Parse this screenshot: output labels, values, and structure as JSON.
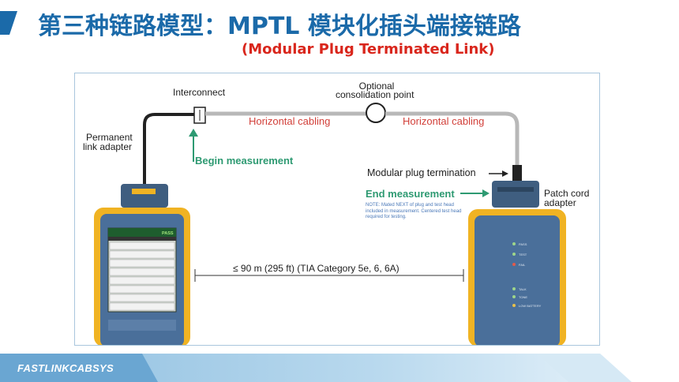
{
  "header": {
    "title": "第三种链路模型：MPTL 模块化插头端接链路",
    "subtitle": "(Modular Plug Terminated Link)"
  },
  "diagram": {
    "labels": {
      "interconnect": "Interconnect",
      "optional_line1": "Optional",
      "optional_line2": "consolidation point",
      "permanent_line1": "Permanent",
      "permanent_line2": "link adapter",
      "horizontal_left": "Horizontal cabling",
      "horizontal_right": "Horizontal cabling",
      "begin_measurement": "Begin measurement",
      "modular_plug": "Modular plug termination",
      "end_measurement": "End measurement",
      "patch_line1": "Patch cord",
      "patch_line2": "adapter",
      "note": "NOTE: Mated NEXT of plug and test head included in measurement. Centered test head required for testing.",
      "distance": "≤ 90 m (295 ft) (TIA Category 5e, 6, 6A)"
    },
    "main_unit": {
      "status": "PASS",
      "rows": 8
    },
    "remote_unit": {
      "leds": [
        "PASS",
        "TEST",
        "FAIL",
        "TALK",
        "TONE",
        "LOW BATTERY"
      ]
    },
    "colors": {
      "title_blue": "#1b6aa9",
      "subtitle_red": "#d9261c",
      "cabling_red": "#d2403a",
      "measure_green": "#2e9a72",
      "tester_yellow": "#f0b323",
      "tester_body": "#4a6f9a"
    }
  },
  "footer": {
    "brand": "FASTLINKCABSYS"
  }
}
